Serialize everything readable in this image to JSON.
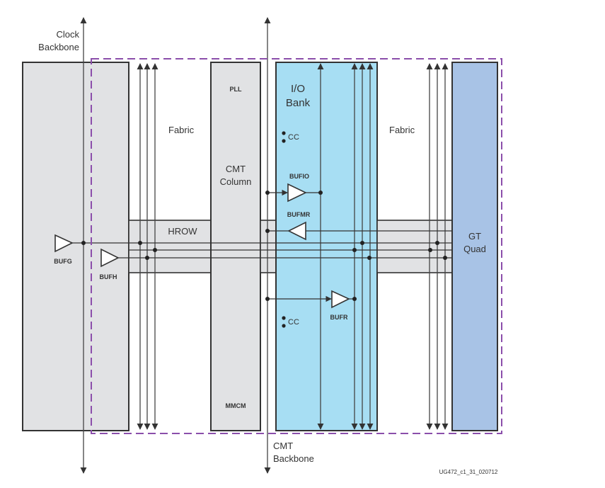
{
  "labels": {
    "clock_backbone": [
      "Clock",
      "Backbone"
    ],
    "cmt_backbone": [
      "CMT",
      "Backbone"
    ],
    "fabric_left": "Fabric",
    "fabric_right": "Fabric",
    "pll": "PLL",
    "cmt_column": [
      "CMT",
      "Column"
    ],
    "mmcm": "MMCM",
    "io_bank": [
      "I/O",
      "Bank"
    ],
    "cc_top": "CC",
    "cc_bottom": "CC",
    "bufio": "BUFIO",
    "bufmr": "BUFMR",
    "hrow": "HROW",
    "bufg": "BUFG",
    "bufh": "BUFH",
    "bufr": "BUFR",
    "gt_quad": [
      "GT",
      "Quad"
    ],
    "figure_id": "UG472_c1_31_020712"
  },
  "colors": {
    "gray_region": "#e1e2e4",
    "io_bank": "#a7def3",
    "gt_quad": "#a8c3e6",
    "clock_region_border": "#8b4fab"
  }
}
